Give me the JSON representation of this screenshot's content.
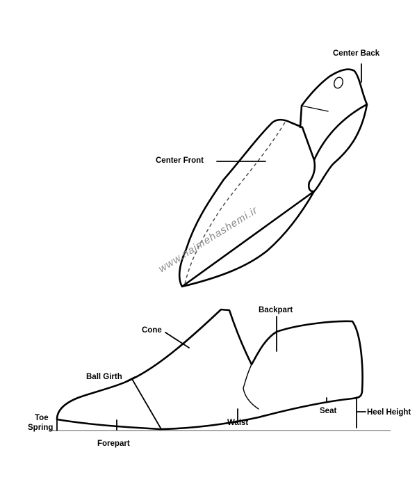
{
  "labels": {
    "center_back": "Center Back",
    "center_front": "Center Front",
    "backpart": "Backpart",
    "cone": "Cone",
    "ball_girth": "Ball Girth",
    "toe": "Toe",
    "spring": "Spring",
    "forepart": "Forepart",
    "waist": "Waist",
    "seat": "Seat",
    "heel_height": "Heel Height"
  },
  "watermark": "www.najmehashemi.ir"
}
